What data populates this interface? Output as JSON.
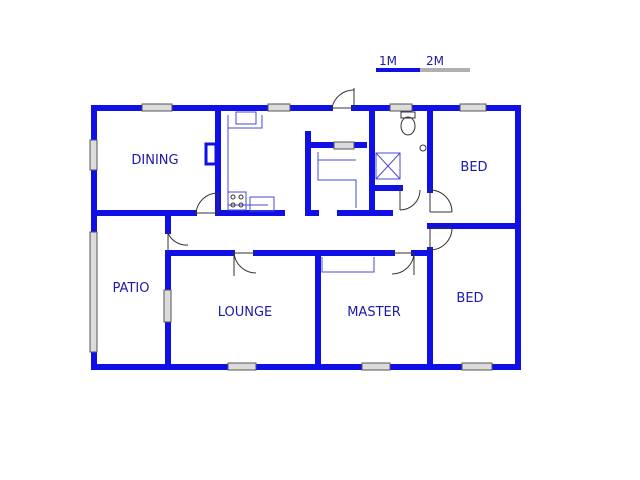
{
  "scale": {
    "label_1": "1M",
    "label_2": "2M"
  },
  "rooms": {
    "dining": "DINING",
    "bed_top": "BED",
    "patio": "PATIO",
    "lounge": "LOUNGE",
    "master": "MASTER",
    "bed_bottom": "BED"
  },
  "colors": {
    "wall": "#1010e6",
    "label": "#1a1aa8"
  }
}
